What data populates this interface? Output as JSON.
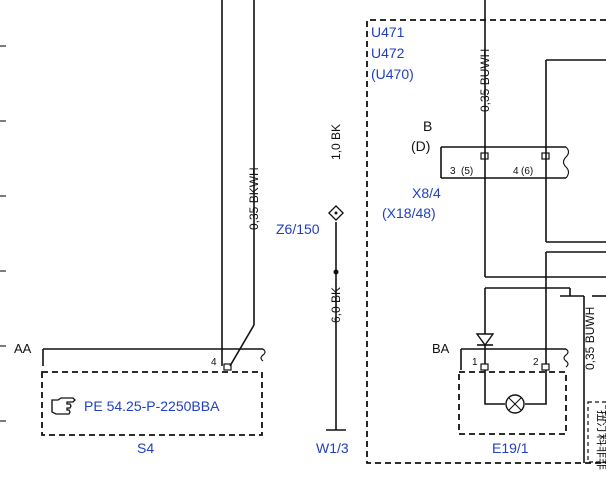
{
  "components": {
    "u471": {
      "lines": [
        "U471",
        "U472",
        "(U470)"
      ]
    },
    "conn_b": {
      "code": "B",
      "alt": "(D)"
    },
    "x8": {
      "lines": [
        "X8/4",
        "(X18/48)"
      ]
    },
    "z6": {
      "label": "Z6/150"
    },
    "w1": {
      "label": "W1/3"
    },
    "s4": {
      "label": "S4",
      "ref": "PE 54.25-P-2250BBA"
    },
    "e19": {
      "label": "E19/1",
      "connector": "BA"
    },
    "aa": {
      "label": "AA"
    }
  },
  "wires": {
    "bkwh": "0,35 BKWH",
    "bk10": "1,0 BK",
    "bk60": "6,0 BK",
    "buwh_top": "0,35 BUWH",
    "buwh_right": "0,35 BUWH"
  },
  "pins": {
    "s4_pin": "4",
    "x8_pin3": "3",
    "x8_pin3_alt": "(5)",
    "x8_pin4": "4",
    "x8_pin4_alt": "(6)",
    "e19_pin1": "1",
    "e19_pin2": "2"
  },
  "icons": {
    "reference": "pointing-hand-icon",
    "lamp": "lamp-icon",
    "ground": "ground-point-icon",
    "diode": "diode-icon"
  },
  "colors": {
    "label_blue": "#1f3fc4",
    "line": "#111111"
  },
  "footer_fragment": "扭汀料非非"
}
